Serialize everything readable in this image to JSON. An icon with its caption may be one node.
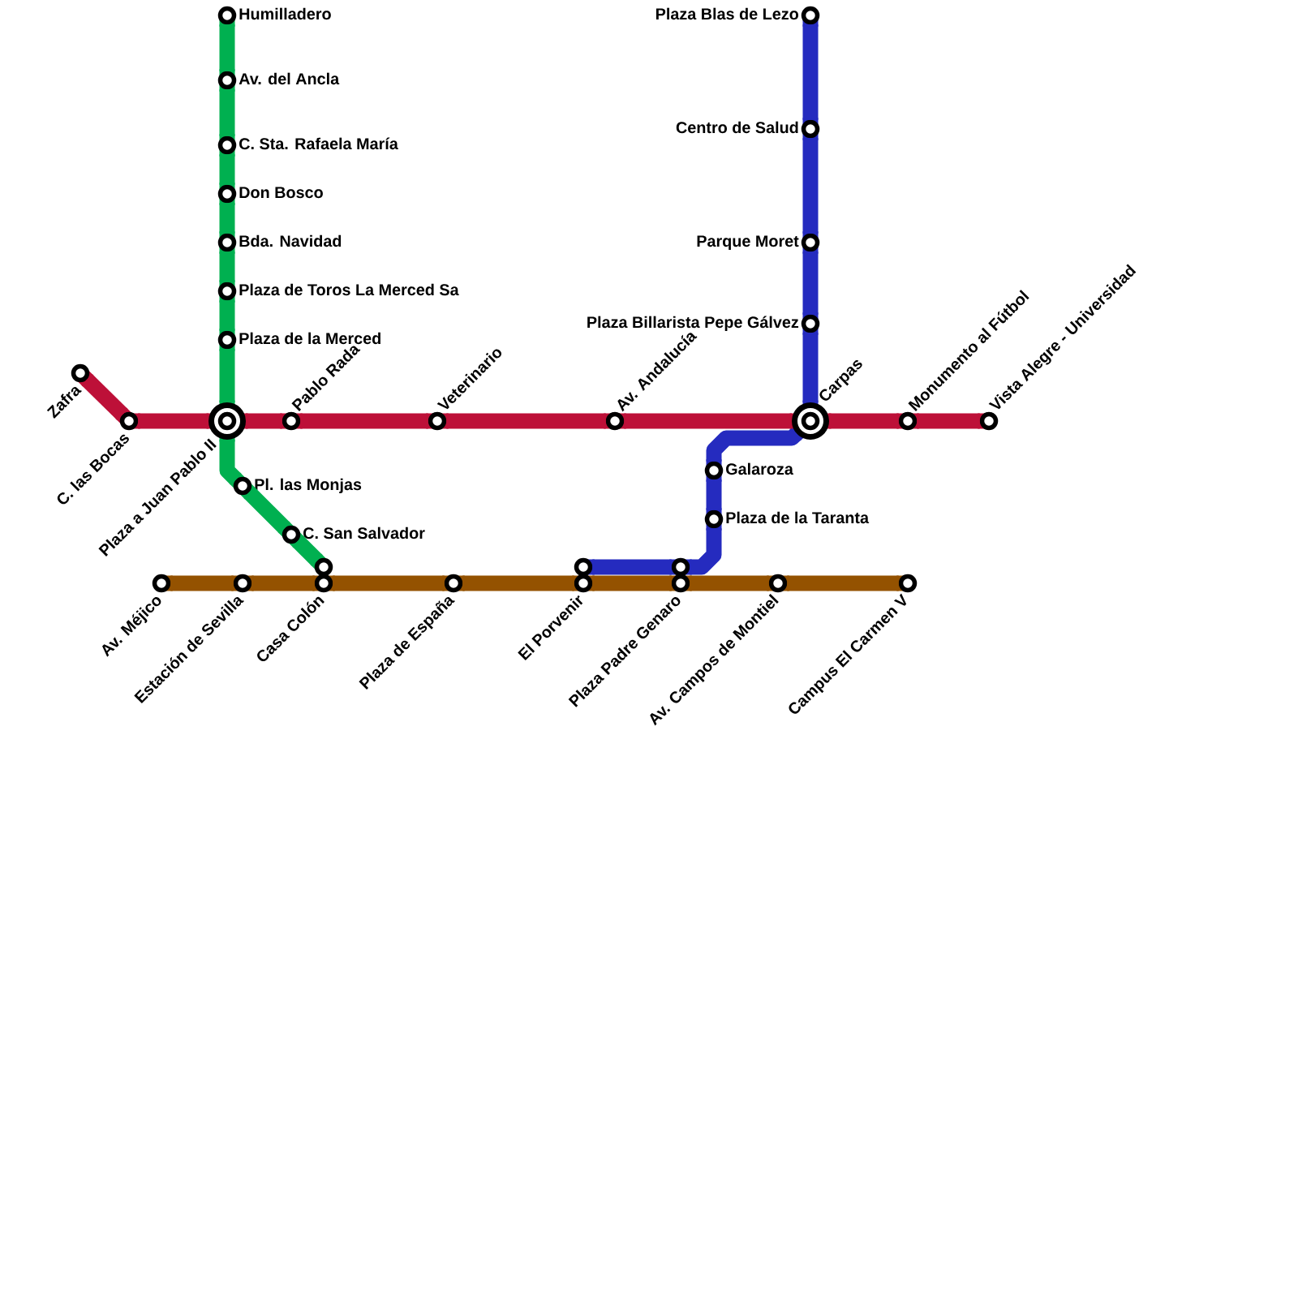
{
  "diagram": {
    "nodes": [
      {
        "text": [],
        "shape": "circle",
        "beside": [
          "Humilladero"
        ]
      },
      {
        "text": [],
        "shape": "circle",
        "beside": [
          "Av. del Ancla"
        ]
      },
      {
        "text": [],
        "shape": "circle",
        "beside": [
          "C. Sta. Rafaela María"
        ]
      },
      {
        "text": [],
        "shape": "circle",
        "beside": [
          "Don Bosco"
        ]
      },
      {
        "text": [],
        "shape": "circle",
        "beside": [
          "Bda. Navidad"
        ]
      },
      {
        "text": [],
        "shape": "circle",
        "beside": [
          "Plaza de Toros La Merced Sa"
        ]
      },
      {
        "text": [],
        "shape": "circle",
        "beside": [
          "Plaza de la Merced"
        ]
      },
      {
        "text": [],
        "shape": "circle",
        "beside": [
          "Plaza Blas de Lezo"
        ]
      },
      {
        "text": [],
        "shape": "circle",
        "beside": [
          "Centro de Salud"
        ]
      },
      {
        "text": [],
        "shape": "circle",
        "beside": [
          "Parque Moret"
        ]
      },
      {
        "text": [],
        "shape": "circle",
        "beside": [
          "Plaza Billarista Pepe Gálvez"
        ]
      },
      {
        "text": [],
        "shape": "circle",
        "beside": [
          "Zafra"
        ]
      },
      {
        "text": [],
        "shape": "circle",
        "beside": [
          "C. las Bocas"
        ]
      },
      {
        "text": [],
        "shape": "circle",
        "beside": [
          "Plaza a Juan Pablo II"
        ]
      },
      {
        "text": [],
        "shape": "circle",
        "beside": [
          "Pablo Rada"
        ]
      },
      {
        "text": [],
        "shape": "circle",
        "beside": [
          "Veterinario"
        ]
      },
      {
        "text": [],
        "shape": "circle",
        "beside": [
          "Av. Andalucía"
        ]
      },
      {
        "text": [],
        "shape": "circle",
        "beside": [
          "Carpas"
        ]
      },
      {
        "text": [],
        "shape": "circle",
        "beside": [
          "Monumento al Fútbol"
        ]
      },
      {
        "text": [],
        "shape": "circle",
        "beside": [
          "Vista Alegre - Universidad"
        ]
      },
      {
        "text": [],
        "shape": "circle",
        "beside": [
          "Pl. las Monjas"
        ]
      },
      {
        "text": [],
        "shape": "circle",
        "beside": [
          "C. San Salvador"
        ]
      },
      {
        "text": [],
        "shape": "circle"
      },
      {
        "text": [],
        "shape": "circle",
        "beside": [
          "Galaroza"
        ]
      },
      {
        "text": [],
        "shape": "circle",
        "beside": [
          "Plaza de la Taranta"
        ]
      },
      {
        "text": [],
        "shape": "circle"
      },
      {
        "text": [],
        "shape": "circle"
      },
      {
        "text": [],
        "shape": "circle",
        "beside": [
          "Av. Méjico"
        ]
      },
      {
        "text": [],
        "shape": "circle",
        "beside": [
          "Estación de Sevilla"
        ]
      },
      {
        "text": [],
        "shape": "circle",
        "beside": [
          "Casa Colón"
        ]
      },
      {
        "text": [],
        "shape": "circle",
        "beside": [
          "Plaza de España"
        ]
      },
      {
        "text": [],
        "shape": "circle",
        "beside": [
          "El Porvenir"
        ]
      },
      {
        "text": [],
        "shape": "circle",
        "beside": [
          "Plaza Padre Genaro"
        ]
      },
      {
        "text": [],
        "shape": "circle",
        "beside": [
          "Av. Campos de Montiel"
        ]
      },
      {
        "text": [],
        "shape": "circle",
        "beside": [
          "Campus El Carmen V"
        ]
      }
    ],
    "edges": [
      {
        "from": 0,
        "to": 1,
        "arrow": "none",
        "color": "#00b050"
      },
      {
        "from": 1,
        "to": 2,
        "arrow": "none",
        "color": "#00b050"
      },
      {
        "from": 2,
        "to": 3,
        "arrow": "none",
        "color": "#00b050"
      },
      {
        "from": 3,
        "to": 4,
        "arrow": "none",
        "color": "#00b050"
      },
      {
        "from": 4,
        "to": 5,
        "arrow": "none",
        "color": "#00b050"
      },
      {
        "from": 5,
        "to": 6,
        "arrow": "none",
        "color": "#00b050"
      },
      {
        "from": 6,
        "to": 13,
        "arrow": "none",
        "color": "#00b050"
      },
      {
        "from": 13,
        "to": 20,
        "arrow": "none",
        "color": "#00b050"
      },
      {
        "from": 20,
        "to": 21,
        "arrow": "none",
        "color": "#00b050"
      },
      {
        "from": 21,
        "to": 22,
        "arrow": "none",
        "color": "#00b050"
      },
      {
        "from": 7,
        "to": 8,
        "arrow": "none",
        "color": "#252bbf"
      },
      {
        "from": 8,
        "to": 9,
        "arrow": "none",
        "color": "#252bbf"
      },
      {
        "from": 9,
        "to": 10,
        "arrow": "none",
        "color": "#252bbf"
      },
      {
        "from": 10,
        "to": 17,
        "arrow": "none",
        "color": "#252bbf"
      },
      {
        "from": 17,
        "to": 23,
        "arrow": "none",
        "color": "#252bbf"
      },
      {
        "from": 23,
        "to": 24,
        "arrow": "none",
        "color": "#252bbf"
      },
      {
        "from": 24,
        "to": 26,
        "arrow": "none",
        "color": "#252bbf"
      },
      {
        "from": 26,
        "to": 25,
        "arrow": "none",
        "color": "#252bbf"
      },
      {
        "from": 11,
        "to": 12,
        "arrow": "none",
        "color": "#bd1038"
      },
      {
        "from": 12,
        "to": 13,
        "arrow": "none",
        "color": "#bd1038"
      },
      {
        "from": 13,
        "to": 14,
        "arrow": "none",
        "color": "#bd1038"
      },
      {
        "from": 14,
        "to": 15,
        "arrow": "none",
        "color": "#bd1038"
      },
      {
        "from": 15,
        "to": 16,
        "arrow": "none",
        "color": "#bd1038"
      },
      {
        "from": 16,
        "to": 17,
        "arrow": "none",
        "color": "#bd1038"
      },
      {
        "from": 17,
        "to": 18,
        "arrow": "none",
        "color": "#bd1038"
      },
      {
        "from": 18,
        "to": 19,
        "arrow": "none",
        "color": "#bd1038"
      },
      {
        "from": 27,
        "to": 28,
        "arrow": "none",
        "color": "#945200"
      },
      {
        "from": 28,
        "to": 29,
        "arrow": "none",
        "color": "#945200"
      },
      {
        "from": 29,
        "to": 30,
        "arrow": "none",
        "color": "#945200"
      },
      {
        "from": 30,
        "to": 31,
        "arrow": "none",
        "color": "#945200"
      },
      {
        "from": 31,
        "to": 32,
        "arrow": "none",
        "color": "#945200"
      },
      {
        "from": 32,
        "to": 33,
        "arrow": "none",
        "color": "#945200"
      },
      {
        "from": 33,
        "to": 34,
        "arrow": "none",
        "color": "#945200"
      }
    ]
  }
}
